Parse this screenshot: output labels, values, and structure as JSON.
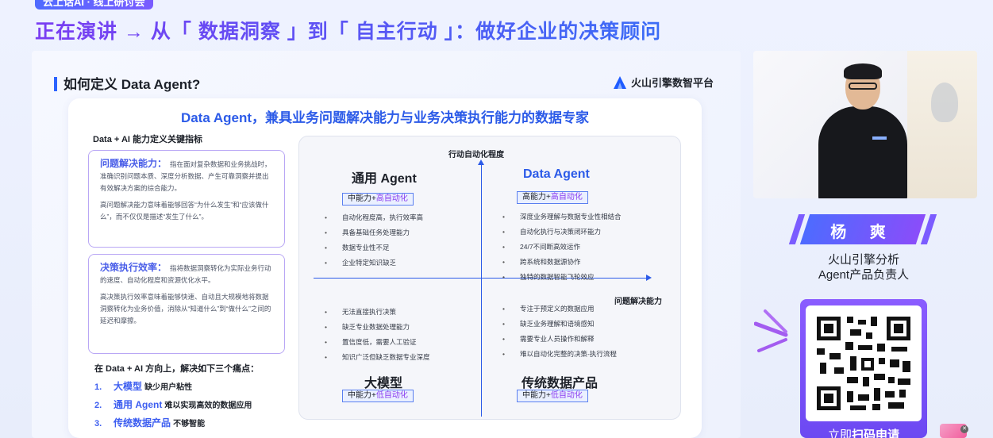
{
  "header": {
    "event_badge": "云上话AI · 线上研讨会",
    "session_title": "正在演讲 → 从「 数据洞察 」到「 自主行动 」：做好企业的决策顾问"
  },
  "slide": {
    "heading": "如何定义 Data Agent?",
    "brand": "火山引擎数智平台",
    "card_title": "Data Agent，兼具业务问题解决能力与业务决策执行能力的数据专家",
    "indicators_title": "Data + AI 能力定义关键指标",
    "metrics": [
      {
        "title": "问题解决能力：",
        "desc": "指在面对复杂数据和业务挑战时，准确识别问题本质、深度分析数据、产生可靠洞察并提出有效解决方案的综合能力。",
        "note": "高问题解决能力意味着能够回答“为什么发生”和“应该做什么”，而不仅仅是描述“发生了什么”。"
      },
      {
        "title": "决策执行效率：",
        "desc": "指将数据洞察转化为实际业务行动的速度、自动化程度和资源优化水平。",
        "note": "高决策执行效率意味着能够快速、自动且大规模地将数据洞察转化为业务价值，消除从“知道什么”到“做什么”之间的延迟和摩擦。"
      }
    ],
    "painpoints_title": "在 Data + AI 方向上，解决如下三个痛点：",
    "painpoints": [
      {
        "num": "1.",
        "em": "大模型",
        "rest": "缺少用户粘性"
      },
      {
        "num": "2.",
        "em": "通用 Agent",
        "rest": "难以实现高效的数据应用"
      },
      {
        "num": "3.",
        "em": "传统数据产品",
        "rest": "不够智能"
      }
    ],
    "quadrant": {
      "y_axis_label": "行动自动化程度",
      "x_axis_label": "问题解决能力",
      "top_left": {
        "name": "通用 Agent",
        "badge_a": "中能力+",
        "badge_b": "高自动化",
        "items": [
          "自动化程度高，执行效率高",
          "具备基础任务处理能力",
          "数据专业性不足",
          "企业特定知识缺乏"
        ]
      },
      "top_right": {
        "name": "Data Agent",
        "badge_a": "高能力+",
        "badge_b": "高自动化",
        "items": [
          "深度业务理解与数据专业性相结合",
          "自动化执行与决策闭环能力",
          "24/7不间断高效运作",
          "跨系统和数据源协作",
          "独特的数据智能飞轮效应"
        ]
      },
      "bottom_left": {
        "name": "大模型",
        "badge_a": "中能力+",
        "badge_b": "低自动化",
        "items": [
          "无法直接执行决策",
          "缺乏专业数据处理能力",
          "置信度低，需要人工验证",
          "知识广泛但缺乏数据专业深度"
        ]
      },
      "bottom_right": {
        "name": "传统数据产品",
        "badge_a": "中能力+",
        "badge_b": "低自动化",
        "items": [
          "专注于预定义的数据应用",
          "缺乏业务理解和语境感知",
          "需要专业人员操作和解释",
          "难以自动化完整的决策-执行流程"
        ]
      }
    }
  },
  "speaker": {
    "name": "杨 爽",
    "role_line1": "火山引擎分析",
    "role_line2": "Agent产品负责人"
  },
  "qr": {
    "cta_a": "立即",
    "cta_b": "扫码申请"
  },
  "colors": {
    "accent": "#2c5be8",
    "purple": "#7a3df2",
    "banner_start": "#4e6bff",
    "banner_end": "#8a4dfa"
  }
}
